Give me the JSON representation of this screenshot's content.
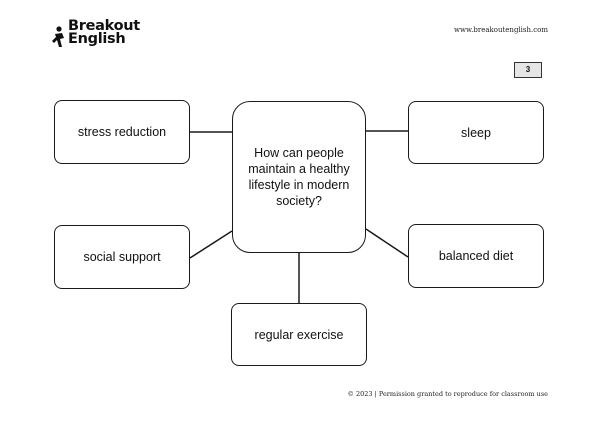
{
  "header": {
    "logo_line1": "Breakout",
    "logo_line2": "English",
    "site_url": "www.breakoutenglish.com",
    "page_number": "3"
  },
  "mindmap": {
    "center": "How can people maintain a healthy lifestyle in modern society?",
    "nodes": {
      "top_left": "stress reduction",
      "top_right": "sleep",
      "middle_left": "social support",
      "middle_right": "balanced diet",
      "bottom": "regular exercise"
    }
  },
  "footer": {
    "text": "© 2023 | Permission granted to reproduce for classroom use"
  }
}
